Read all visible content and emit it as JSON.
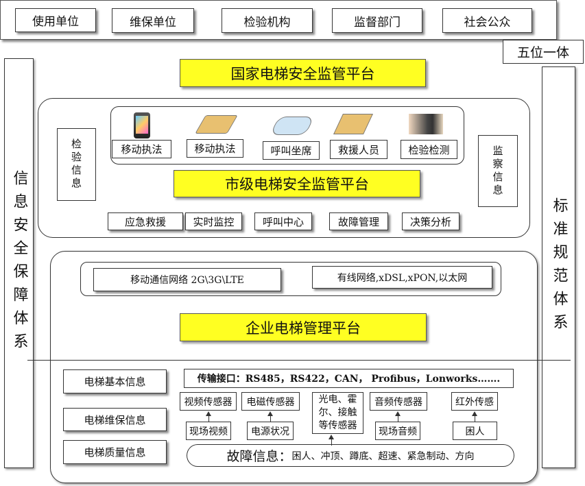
{
  "stakeholders": [
    "使用单位",
    "维保单位",
    "检验机构",
    "监督部门",
    "社会公众"
  ],
  "five_in_one": "五位一体",
  "left_pillar": "信息安全保障体系",
  "right_pillar": "标准规范体系",
  "national_platform": "国家电梯安全监管平台",
  "city": {
    "terminals": [
      {
        "label": "移动执法",
        "icon": "smartphone-icon"
      },
      {
        "label": "移动执法",
        "icon": "workstation-icon"
      },
      {
        "label": "呼叫坐席",
        "icon": "call-seat-icon"
      },
      {
        "label": "救援人员",
        "icon": "rescuer-icon"
      },
      {
        "label": "检验检测",
        "icon": "card-reader-icon"
      }
    ],
    "left_info": "检验信息",
    "right_info": "监察信息",
    "title": "市级电梯安全监管平台",
    "functions": [
      "应急救援",
      "实时监控",
      "呼叫中心",
      "故障管理",
      "决策分析"
    ]
  },
  "network": {
    "mobile": "移动通信网络 2G\\3G\\LTE",
    "wired": "有线网络,xDSL,xPON,以太网"
  },
  "enterprise_platform": "企业电梯管理平台",
  "elevator_info": [
    "电梯基本信息",
    "电梯维保信息",
    "电梯质量信息"
  ],
  "transport": "传输接口：RS485，RS422，CAN， Profibus，Lonworks…….",
  "sensors": [
    "视频传感器",
    "电磁传感器",
    "光电、霍尔、接触等传感器",
    "音频传感器",
    "红外传感"
  ],
  "sources": [
    "现场视频",
    "电源状况",
    "现场音频",
    "困人"
  ],
  "fault": {
    "label": "故障信息：",
    "items": "困人、冲顶、蹲底、超速、紧急制动、方向"
  }
}
